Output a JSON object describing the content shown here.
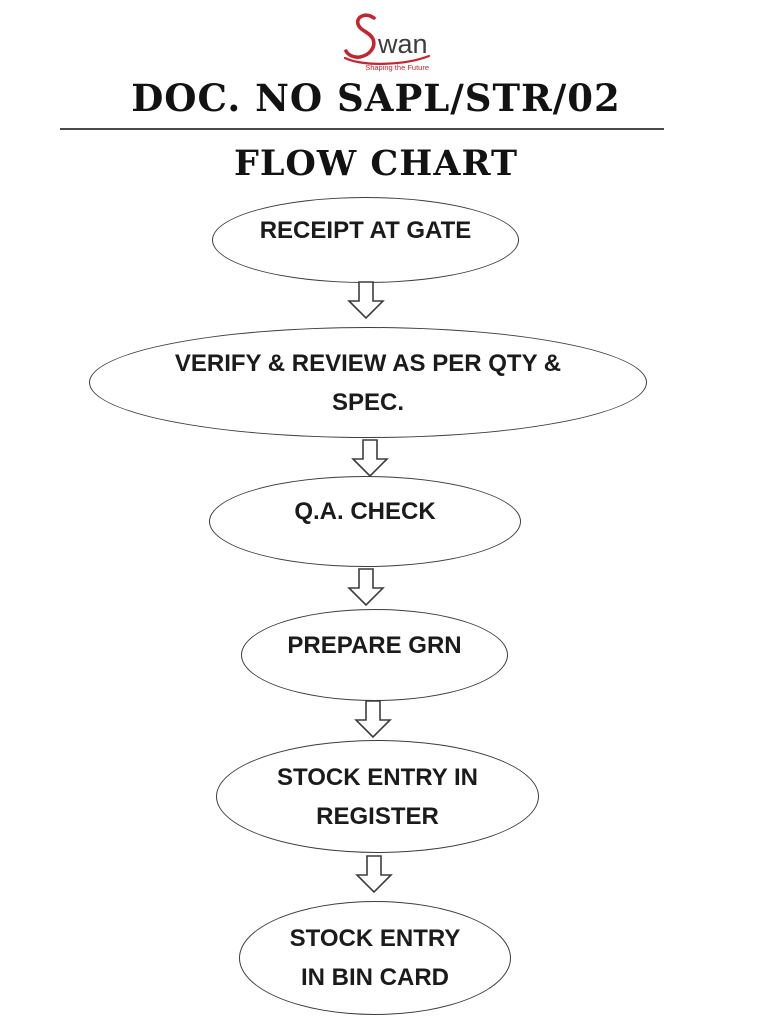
{
  "logo": {
    "brand_text": "wan",
    "tagline": "Shaping the Future"
  },
  "header": {
    "doc_no": "DOC. NO SAPL/STR/02",
    "title": "FLOW CHART"
  },
  "flowchart": {
    "steps": [
      {
        "name": "receipt-at-gate",
        "lines": [
          "RECEIPT AT GATE",
          ""
        ]
      },
      {
        "name": "verify-review-qty-spec",
        "lines": [
          "VERIFY & REVIEW AS PER QTY &",
          "SPEC."
        ]
      },
      {
        "name": "qa-check",
        "lines": [
          "Q.A. CHECK",
          ""
        ]
      },
      {
        "name": "prepare-grn",
        "lines": [
          "PREPARE GRN",
          ""
        ]
      },
      {
        "name": "stock-entry-register",
        "lines": [
          "STOCK ENTRY IN",
          "REGISTER"
        ]
      },
      {
        "name": "stock-entry-bin-card",
        "lines": [
          "STOCK ENTRY",
          "IN BIN CARD"
        ]
      }
    ]
  },
  "colors": {
    "accent_red": "#c1272d",
    "ink": "#1b1b1b",
    "shape_stroke": "#3d3d3d"
  }
}
